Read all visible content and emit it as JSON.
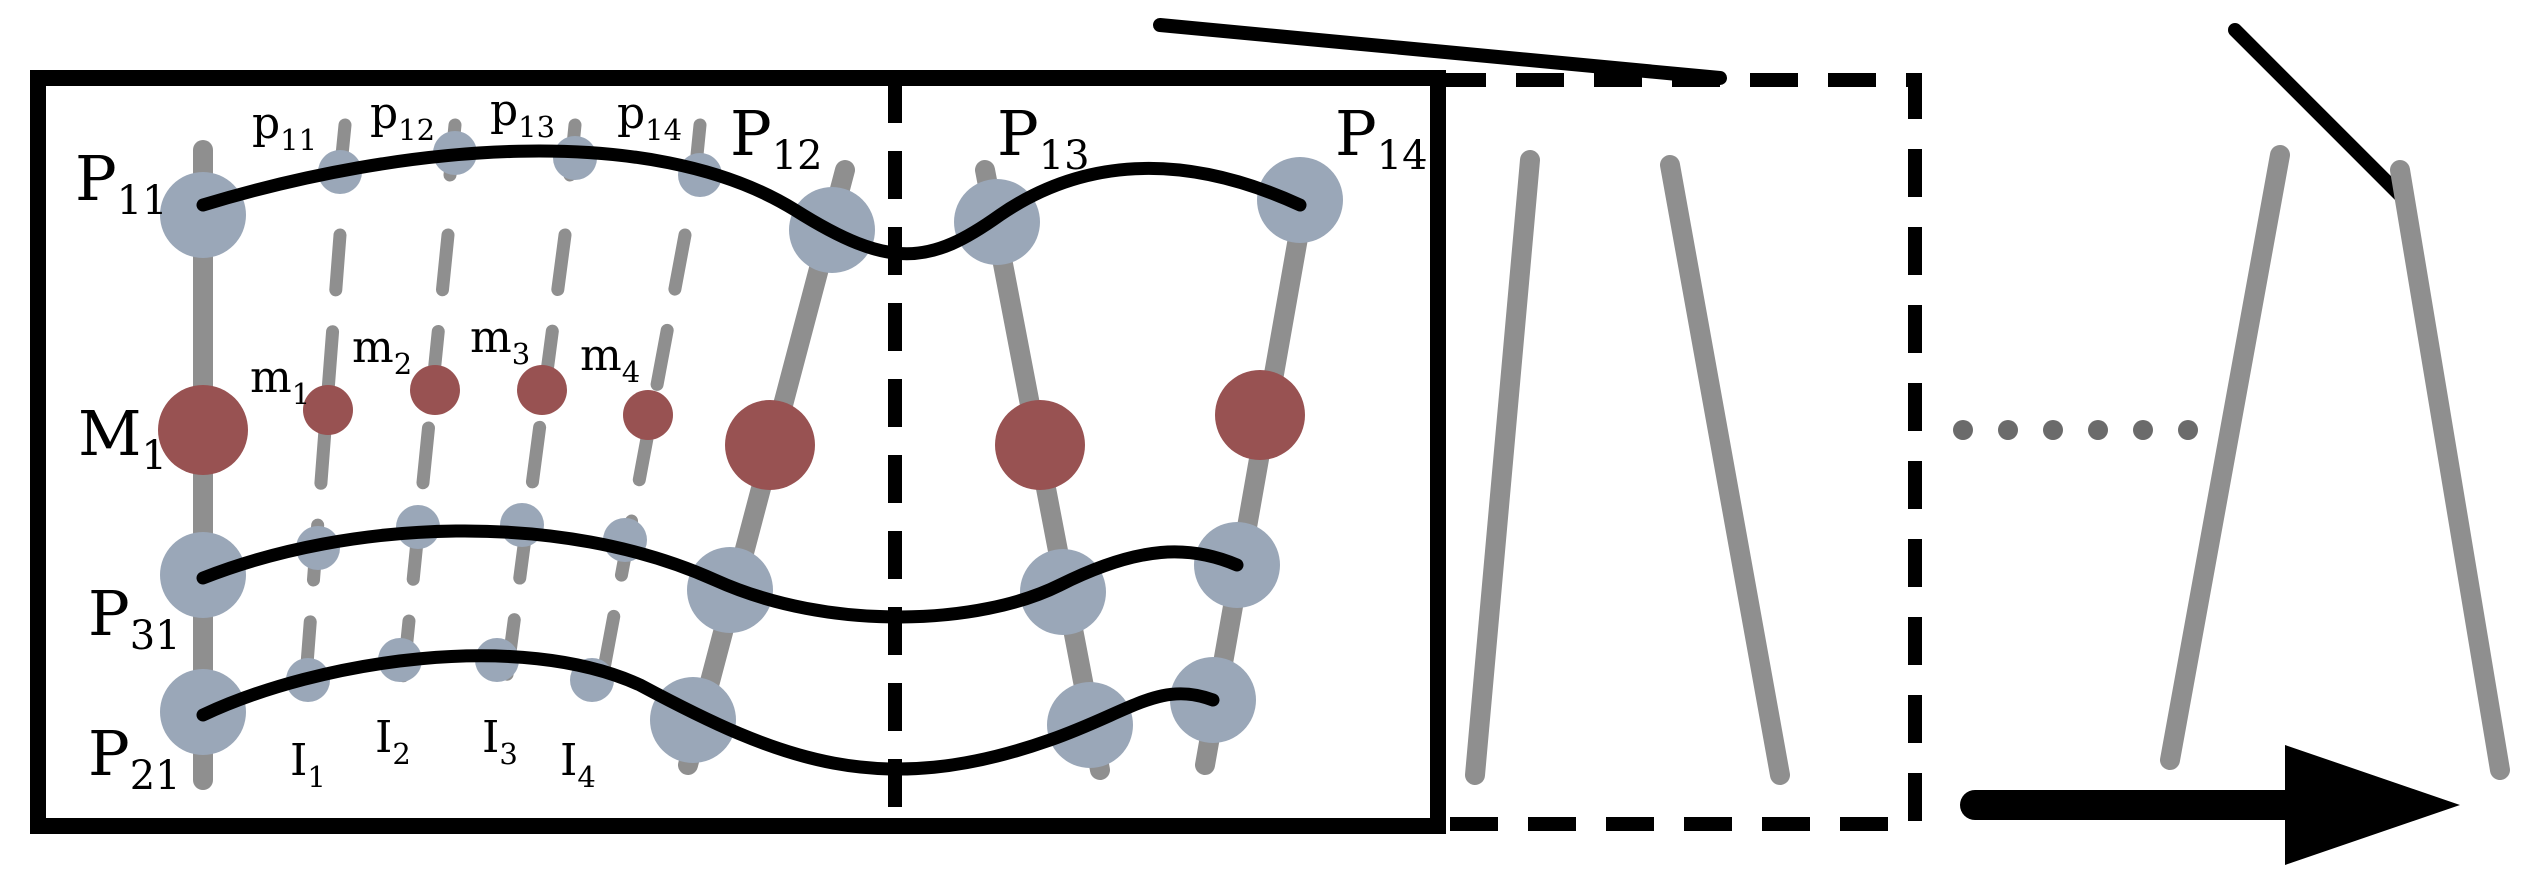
{
  "colors": {
    "rod": "#8f8f8f",
    "node": "#9aa7b8",
    "mass": "#985252",
    "wave": "#000000",
    "frame": "#000000",
    "dots": "#6b6b6b"
  },
  "labels": {
    "P11": {
      "main": "P",
      "sub": "11"
    },
    "P12": {
      "main": "P",
      "sub": "12"
    },
    "P13": {
      "main": "P",
      "sub": "13"
    },
    "P14": {
      "main": "P",
      "sub": "14"
    },
    "P31": {
      "main": "P",
      "sub": "31"
    },
    "P21": {
      "main": "P",
      "sub": "21"
    },
    "M1": {
      "main": "M",
      "sub": "1"
    },
    "p11": {
      "main": "p",
      "sub": "11"
    },
    "p12": {
      "main": "p",
      "sub": "12"
    },
    "p13": {
      "main": "p",
      "sub": "13"
    },
    "p14": {
      "main": "p",
      "sub": "14"
    },
    "m1": {
      "main": "m",
      "sub": "1"
    },
    "m2": {
      "main": "m",
      "sub": "2"
    },
    "m3": {
      "main": "m",
      "sub": "3"
    },
    "m4": {
      "main": "m",
      "sub": "4"
    },
    "I1": {
      "main": "I",
      "sub": "1"
    },
    "I2": {
      "main": "I",
      "sub": "2"
    },
    "I3": {
      "main": "I",
      "sub": "3"
    },
    "I4": {
      "main": "I",
      "sub": "4"
    }
  },
  "icons": {
    "arrow": "right-arrow-icon"
  }
}
